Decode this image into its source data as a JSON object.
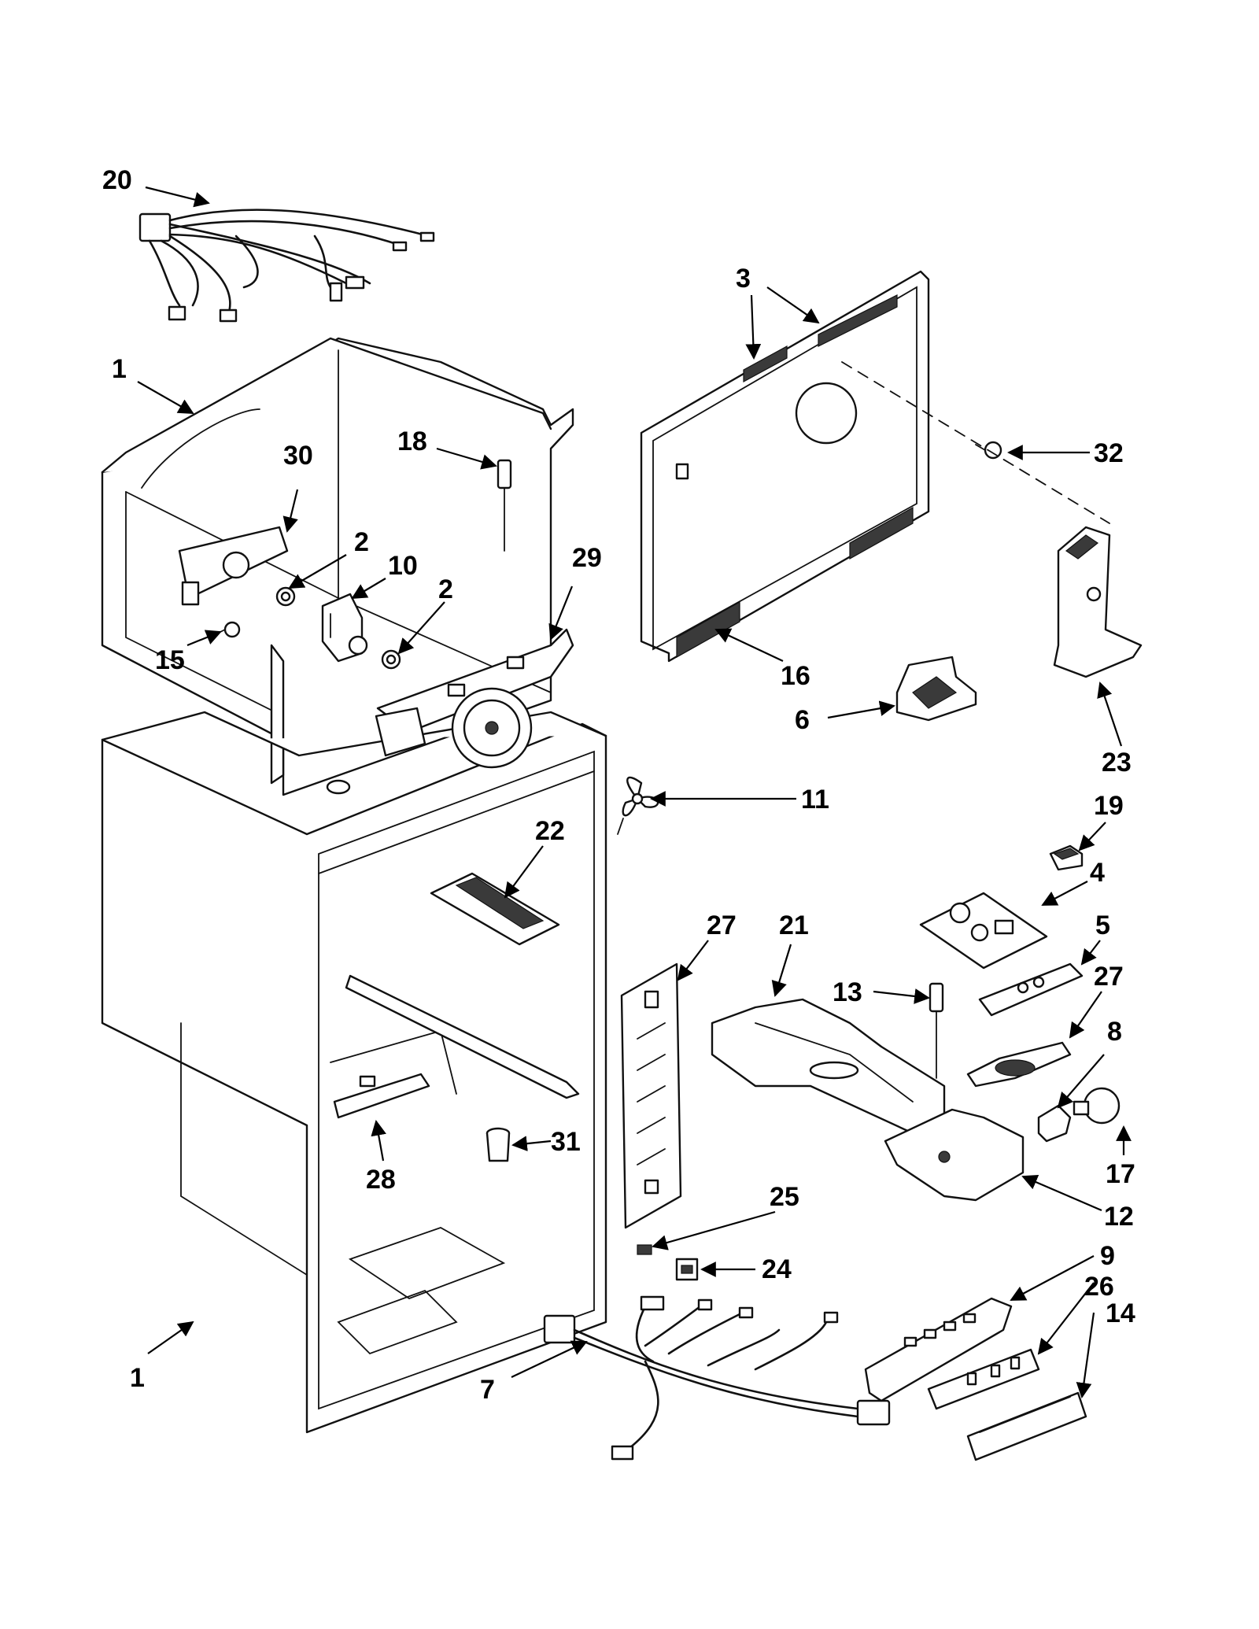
{
  "callouts": [
    {
      "id": "c20a",
      "text": "20"
    },
    {
      "id": "c3a",
      "text": "3"
    },
    {
      "id": "c1a",
      "text": "1"
    },
    {
      "id": "c18",
      "text": "18"
    },
    {
      "id": "c30",
      "text": "30"
    },
    {
      "id": "c32",
      "text": "32"
    },
    {
      "id": "c2a",
      "text": "2"
    },
    {
      "id": "c10",
      "text": "10"
    },
    {
      "id": "c2b",
      "text": "2"
    },
    {
      "id": "c29",
      "text": "29"
    },
    {
      "id": "c15",
      "text": "15"
    },
    {
      "id": "c16",
      "text": "16"
    },
    {
      "id": "c6",
      "text": "6"
    },
    {
      "id": "c23",
      "text": "23"
    },
    {
      "id": "c11",
      "text": "11"
    },
    {
      "id": "c19",
      "text": "19"
    },
    {
      "id": "c22",
      "text": "22"
    },
    {
      "id": "c4",
      "text": "4"
    },
    {
      "id": "c27a",
      "text": "27"
    },
    {
      "id": "c21",
      "text": "21"
    },
    {
      "id": "c5",
      "text": "5"
    },
    {
      "id": "c13",
      "text": "13"
    },
    {
      "id": "c27b",
      "text": "27"
    },
    {
      "id": "c8",
      "text": "8"
    },
    {
      "id": "c31",
      "text": "31"
    },
    {
      "id": "c28",
      "text": "28"
    },
    {
      "id": "c17",
      "text": "17"
    },
    {
      "id": "c12",
      "text": "12"
    },
    {
      "id": "c25",
      "text": "25"
    },
    {
      "id": "c24",
      "text": "24"
    },
    {
      "id": "c9",
      "text": "9"
    },
    {
      "id": "c26",
      "text": "26"
    },
    {
      "id": "c14",
      "text": "14"
    },
    {
      "id": "c1b",
      "text": "1"
    },
    {
      "id": "c7",
      "text": "7"
    }
  ]
}
